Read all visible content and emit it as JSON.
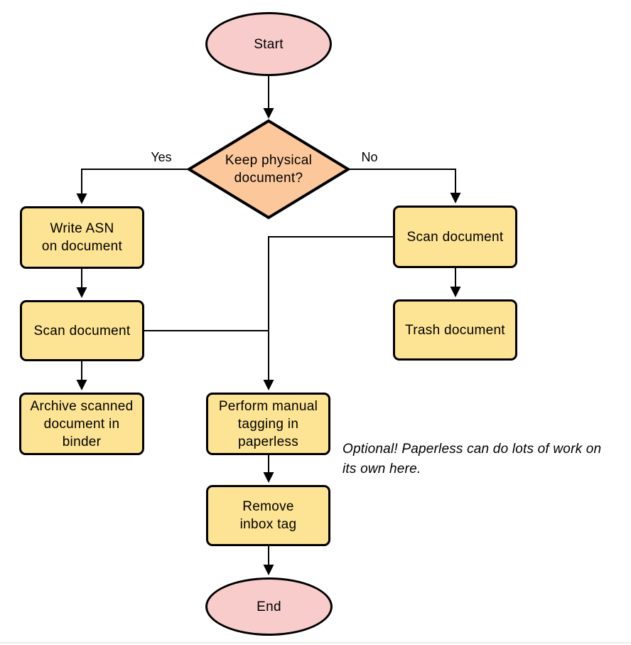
{
  "diagram": {
    "type": "flowchart",
    "nodes": {
      "start": {
        "label": "Start",
        "shape": "terminator"
      },
      "decision": {
        "label": "Keep physical\ndocument?",
        "shape": "decision"
      },
      "write_asn": {
        "label": "Write ASN\non document",
        "shape": "process"
      },
      "scan_left": {
        "label": "Scan document",
        "shape": "process"
      },
      "archive": {
        "label": "Archive scanned\ndocument in\nbinder",
        "shape": "process"
      },
      "scan_right": {
        "label": "Scan document",
        "shape": "process"
      },
      "trash": {
        "label": "Trash document",
        "shape": "process"
      },
      "tagging": {
        "label": "Perform manual\ntagging in\npaperless",
        "shape": "process"
      },
      "remove_inbox": {
        "label": "Remove\ninbox tag",
        "shape": "process"
      },
      "end": {
        "label": "End",
        "shape": "terminator"
      }
    },
    "edge_labels": {
      "yes": "Yes",
      "no": "No"
    },
    "note": "Optional! Paperless can do lots of work on\nits own here.",
    "colors": {
      "terminator_fill": "#F9CCCC",
      "decision_fill": "#FCC89B",
      "process_fill": "#FDE394",
      "stroke": "#000000",
      "text": "#000000"
    }
  }
}
